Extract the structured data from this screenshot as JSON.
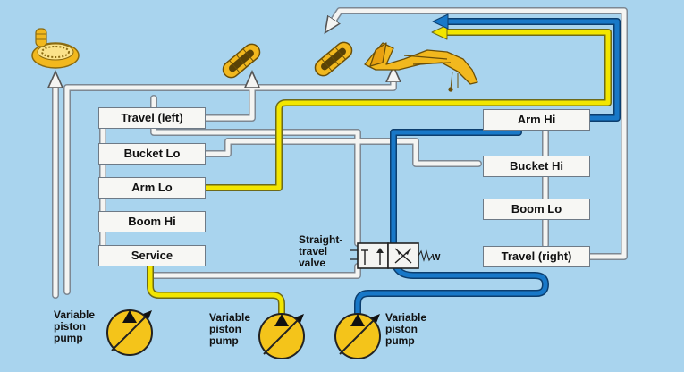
{
  "colors": {
    "background": "#a9d4ee",
    "line_white": "#f4f4f2",
    "line_yellow": "#f2e600",
    "line_blue": "#1878c8",
    "pump": "#f4c41a",
    "component": "#f2b81e"
  },
  "icons": [
    "swing-gear-icon",
    "left-track-icon",
    "right-track-icon",
    "excavator-arm-icon",
    "pump-icon",
    "valve-icon"
  ],
  "left_valves": [
    "Travel (left)",
    "Bucket Lo",
    "Arm Lo",
    "Boom Hi",
    "Service"
  ],
  "right_valves": [
    "Arm Hi",
    "Bucket Hi",
    "Boom Lo",
    "Travel (right)"
  ],
  "straight_travel_valve": {
    "label_line1": "Straight-",
    "label_line2": "travel",
    "label_line3": "valve",
    "spring_label": "W"
  },
  "pumps": [
    {
      "line1": "Variable",
      "line2": "piston",
      "line3": "pump"
    },
    {
      "line1": "Variable",
      "line2": "piston",
      "line3": "pump"
    },
    {
      "line1": "Variable",
      "line2": "piston",
      "line3": "pump"
    }
  ]
}
